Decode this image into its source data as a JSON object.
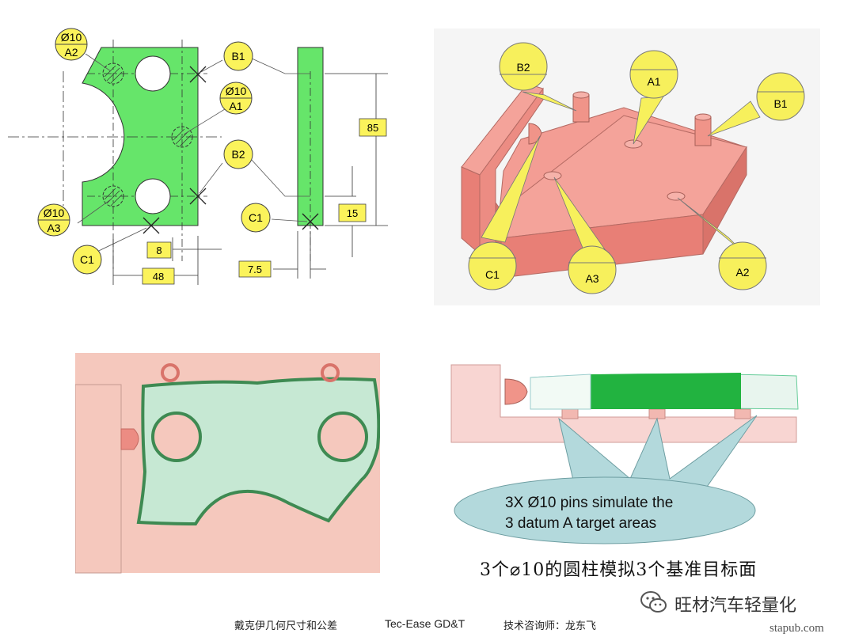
{
  "drawing_2d": {
    "bubbles": {
      "a2": {
        "top": "Ø10",
        "bottom": "A2"
      },
      "a1": {
        "top": "Ø10",
        "bottom": "A1"
      },
      "a3": {
        "top": "Ø10",
        "bottom": "A3"
      },
      "b1": "B1",
      "b2": "B2",
      "c1_left": "C1",
      "c1_right": "C1"
    },
    "dimensions": {
      "d85": "85",
      "d15": "15",
      "d8": "8",
      "d48": "48",
      "d7_5": "7.5"
    },
    "colors": {
      "part": "#66e56a",
      "bubble": "#fbf35b",
      "dim_box": "#fbf35b"
    }
  },
  "fixture_3d": {
    "bubbles": {
      "b2": "B2",
      "a1": "A1",
      "b1": "B1",
      "c1": "C1",
      "a3": "A3",
      "a2": "A2"
    },
    "colors": {
      "block": "#f08c84",
      "bubble": "#f7f05c"
    }
  },
  "fixture_top": {
    "colors": {
      "base": "#f5c8bd",
      "part": "#c6e8d3",
      "outline": "#3e8a52"
    }
  },
  "fixture_side": {
    "callout_line1": "3X Ø10 pins simulate the",
    "callout_line2": "3 datum A target areas",
    "colors": {
      "callout": "#b3d9dc",
      "part": "#22b340"
    }
  },
  "caption_cn": "3个⌀10的圆柱模拟3个基准目标面",
  "footer": {
    "left": "戴克伊几何尺寸和公差",
    "middle": "Tec-Ease GD&T",
    "right": "技术咨询师：龙东飞"
  },
  "wechat": {
    "label": "旺材汽车轻量化",
    "icon": "wechat-icon"
  },
  "watermark": "stapub.com"
}
